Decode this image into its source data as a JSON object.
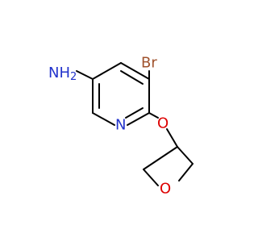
{
  "molecule": {
    "atoms": {
      "amine": {
        "main": "NH",
        "sub": "2",
        "color": "#2233cc"
      },
      "bromine": {
        "text": "Br",
        "color": "#a0522d"
      },
      "ring_nitrogen": {
        "text": "N",
        "color": "#2233cc"
      },
      "ether_oxygen": {
        "text": "O",
        "color": "#dd0000"
      },
      "oxetane_oxygen": {
        "text": "O",
        "color": "#dd0000"
      }
    },
    "bond_color": "#000000"
  }
}
